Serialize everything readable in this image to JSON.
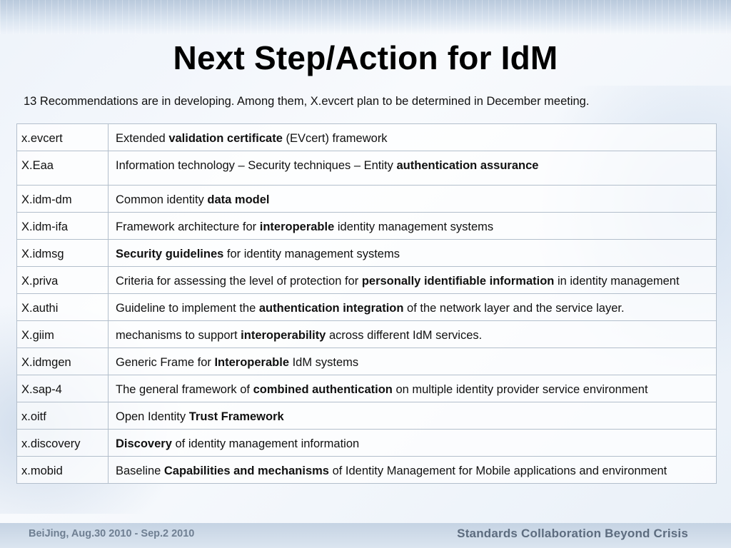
{
  "slide": {
    "title": "Next Step/Action for IdM",
    "intro": "13 Recommendations are in developing. Among them, X.evcert plan to be determined in December meeting."
  },
  "table": {
    "rows": [
      {
        "code": "x.evcert",
        "pre": " Extended ",
        "bold": "validation certificate",
        "post": " (EVcert) framework"
      },
      {
        "code": "X.Eaa",
        "pre": "Information technology – Security techniques – Entity ",
        "bold": "authentication assurance",
        "post": ""
      },
      {
        "code": "X.idm-dm",
        "pre": "Common identity ",
        "bold": "data model",
        "post": ""
      },
      {
        "code": "X.idm-ifa",
        "pre": "Framework architecture for ",
        "bold": "interoperable",
        "post": " identity management systems"
      },
      {
        "code": "X.idmsg",
        "pre": "",
        "bold": "Security guidelines",
        "post": " for identity management systems"
      },
      {
        "code": "X.priva",
        "pre": "Criteria for assessing the level of protection for ",
        "bold": "personally identifiable information",
        "post": " in identity management"
      },
      {
        "code": "X.authi",
        "pre": "Guideline to implement the ",
        "bold": "authentication integration",
        "post": " of the network layer and the service layer."
      },
      {
        "code": "X.giim",
        "pre": "mechanisms to support ",
        "bold": "interoperability",
        "post": " across different IdM  services."
      },
      {
        "code": "X.idmgen",
        "pre": "Generic Frame for ",
        "bold": "Interoperable",
        "post": " IdM systems"
      },
      {
        "code": "X.sap-4",
        "pre": "The general framework of ",
        "bold": "combined authentication",
        "post": " on multiple identity provider service environment"
      },
      {
        "code": "x.oitf",
        "pre": "Open Identity ",
        "bold": "Trust Framework",
        "post": ""
      },
      {
        "code": "x.discovery",
        "pre": "",
        "bold": "Discovery",
        "post": " of identity management information"
      },
      {
        "code": "x.mobid",
        "pre": "Baseline ",
        "bold": "Capabilities and mechanisms",
        "post": " of Identity Management for Mobile applications and environment"
      }
    ]
  },
  "footer": {
    "left": "BeiJing,   Aug.30 2010 - Sep.2  2010",
    "right": "Standards Collaboration Beyond Crisis"
  }
}
